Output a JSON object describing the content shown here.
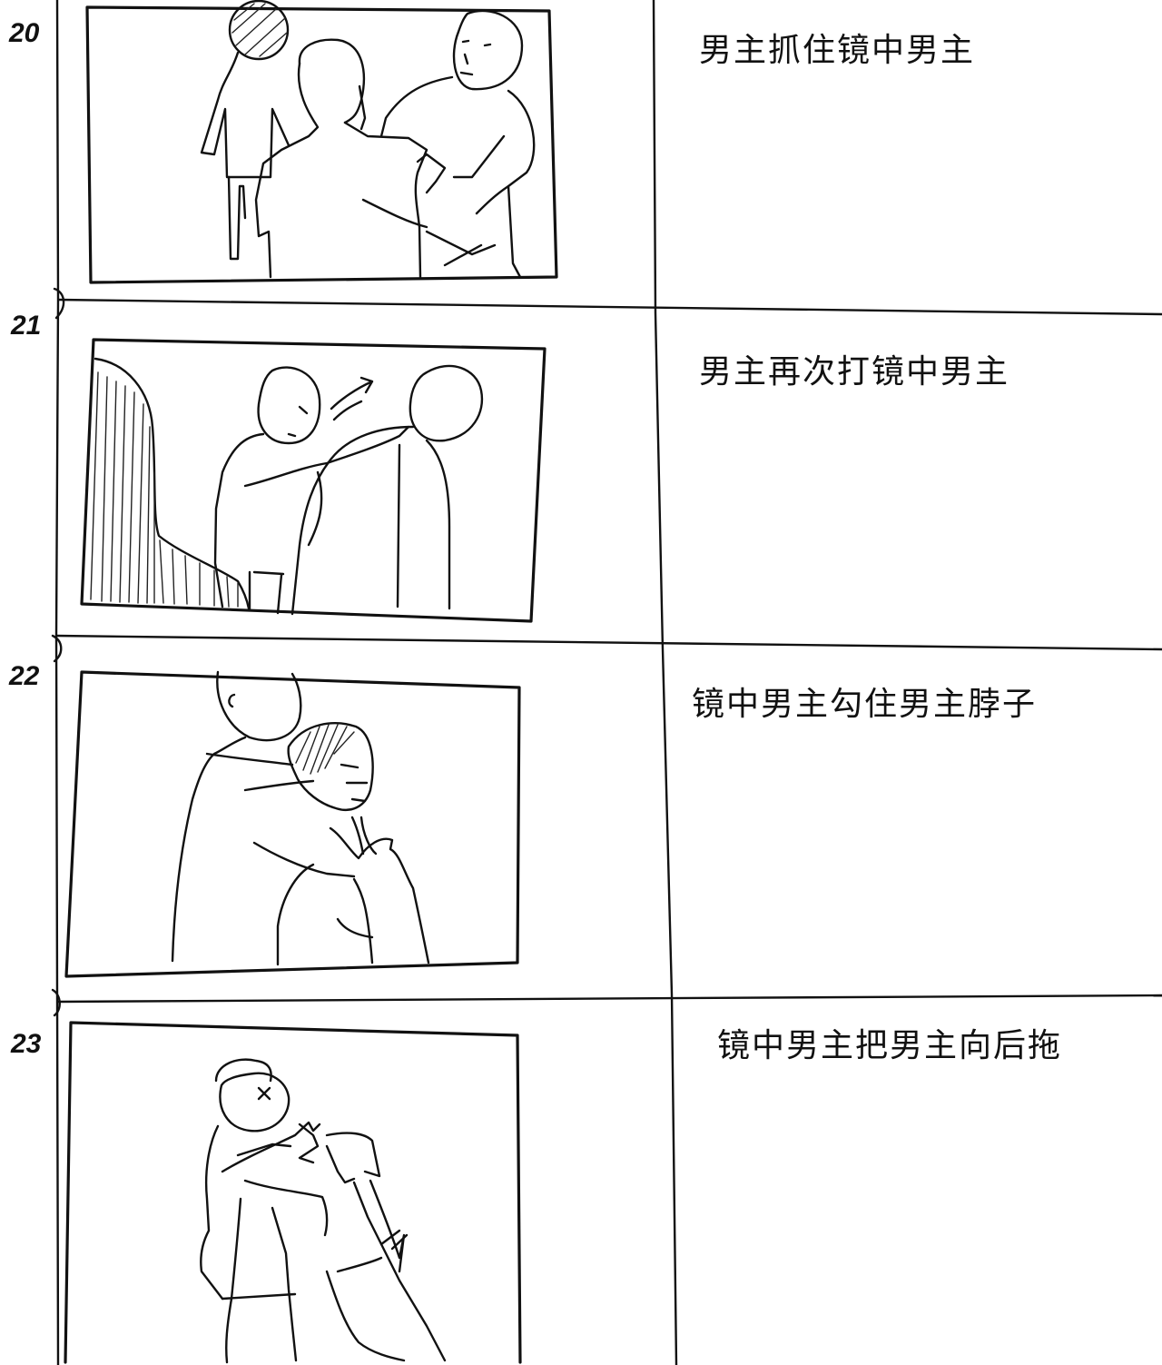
{
  "panels": [
    {
      "shot": "20",
      "caption": "男主抓住镜中男主"
    },
    {
      "shot": "21",
      "caption": "男主再次打镜中男主"
    },
    {
      "shot": "22",
      "caption": "镜中男主勾住男主脖子"
    },
    {
      "shot": "23",
      "caption": "镜中男主把男主向后拖"
    }
  ]
}
